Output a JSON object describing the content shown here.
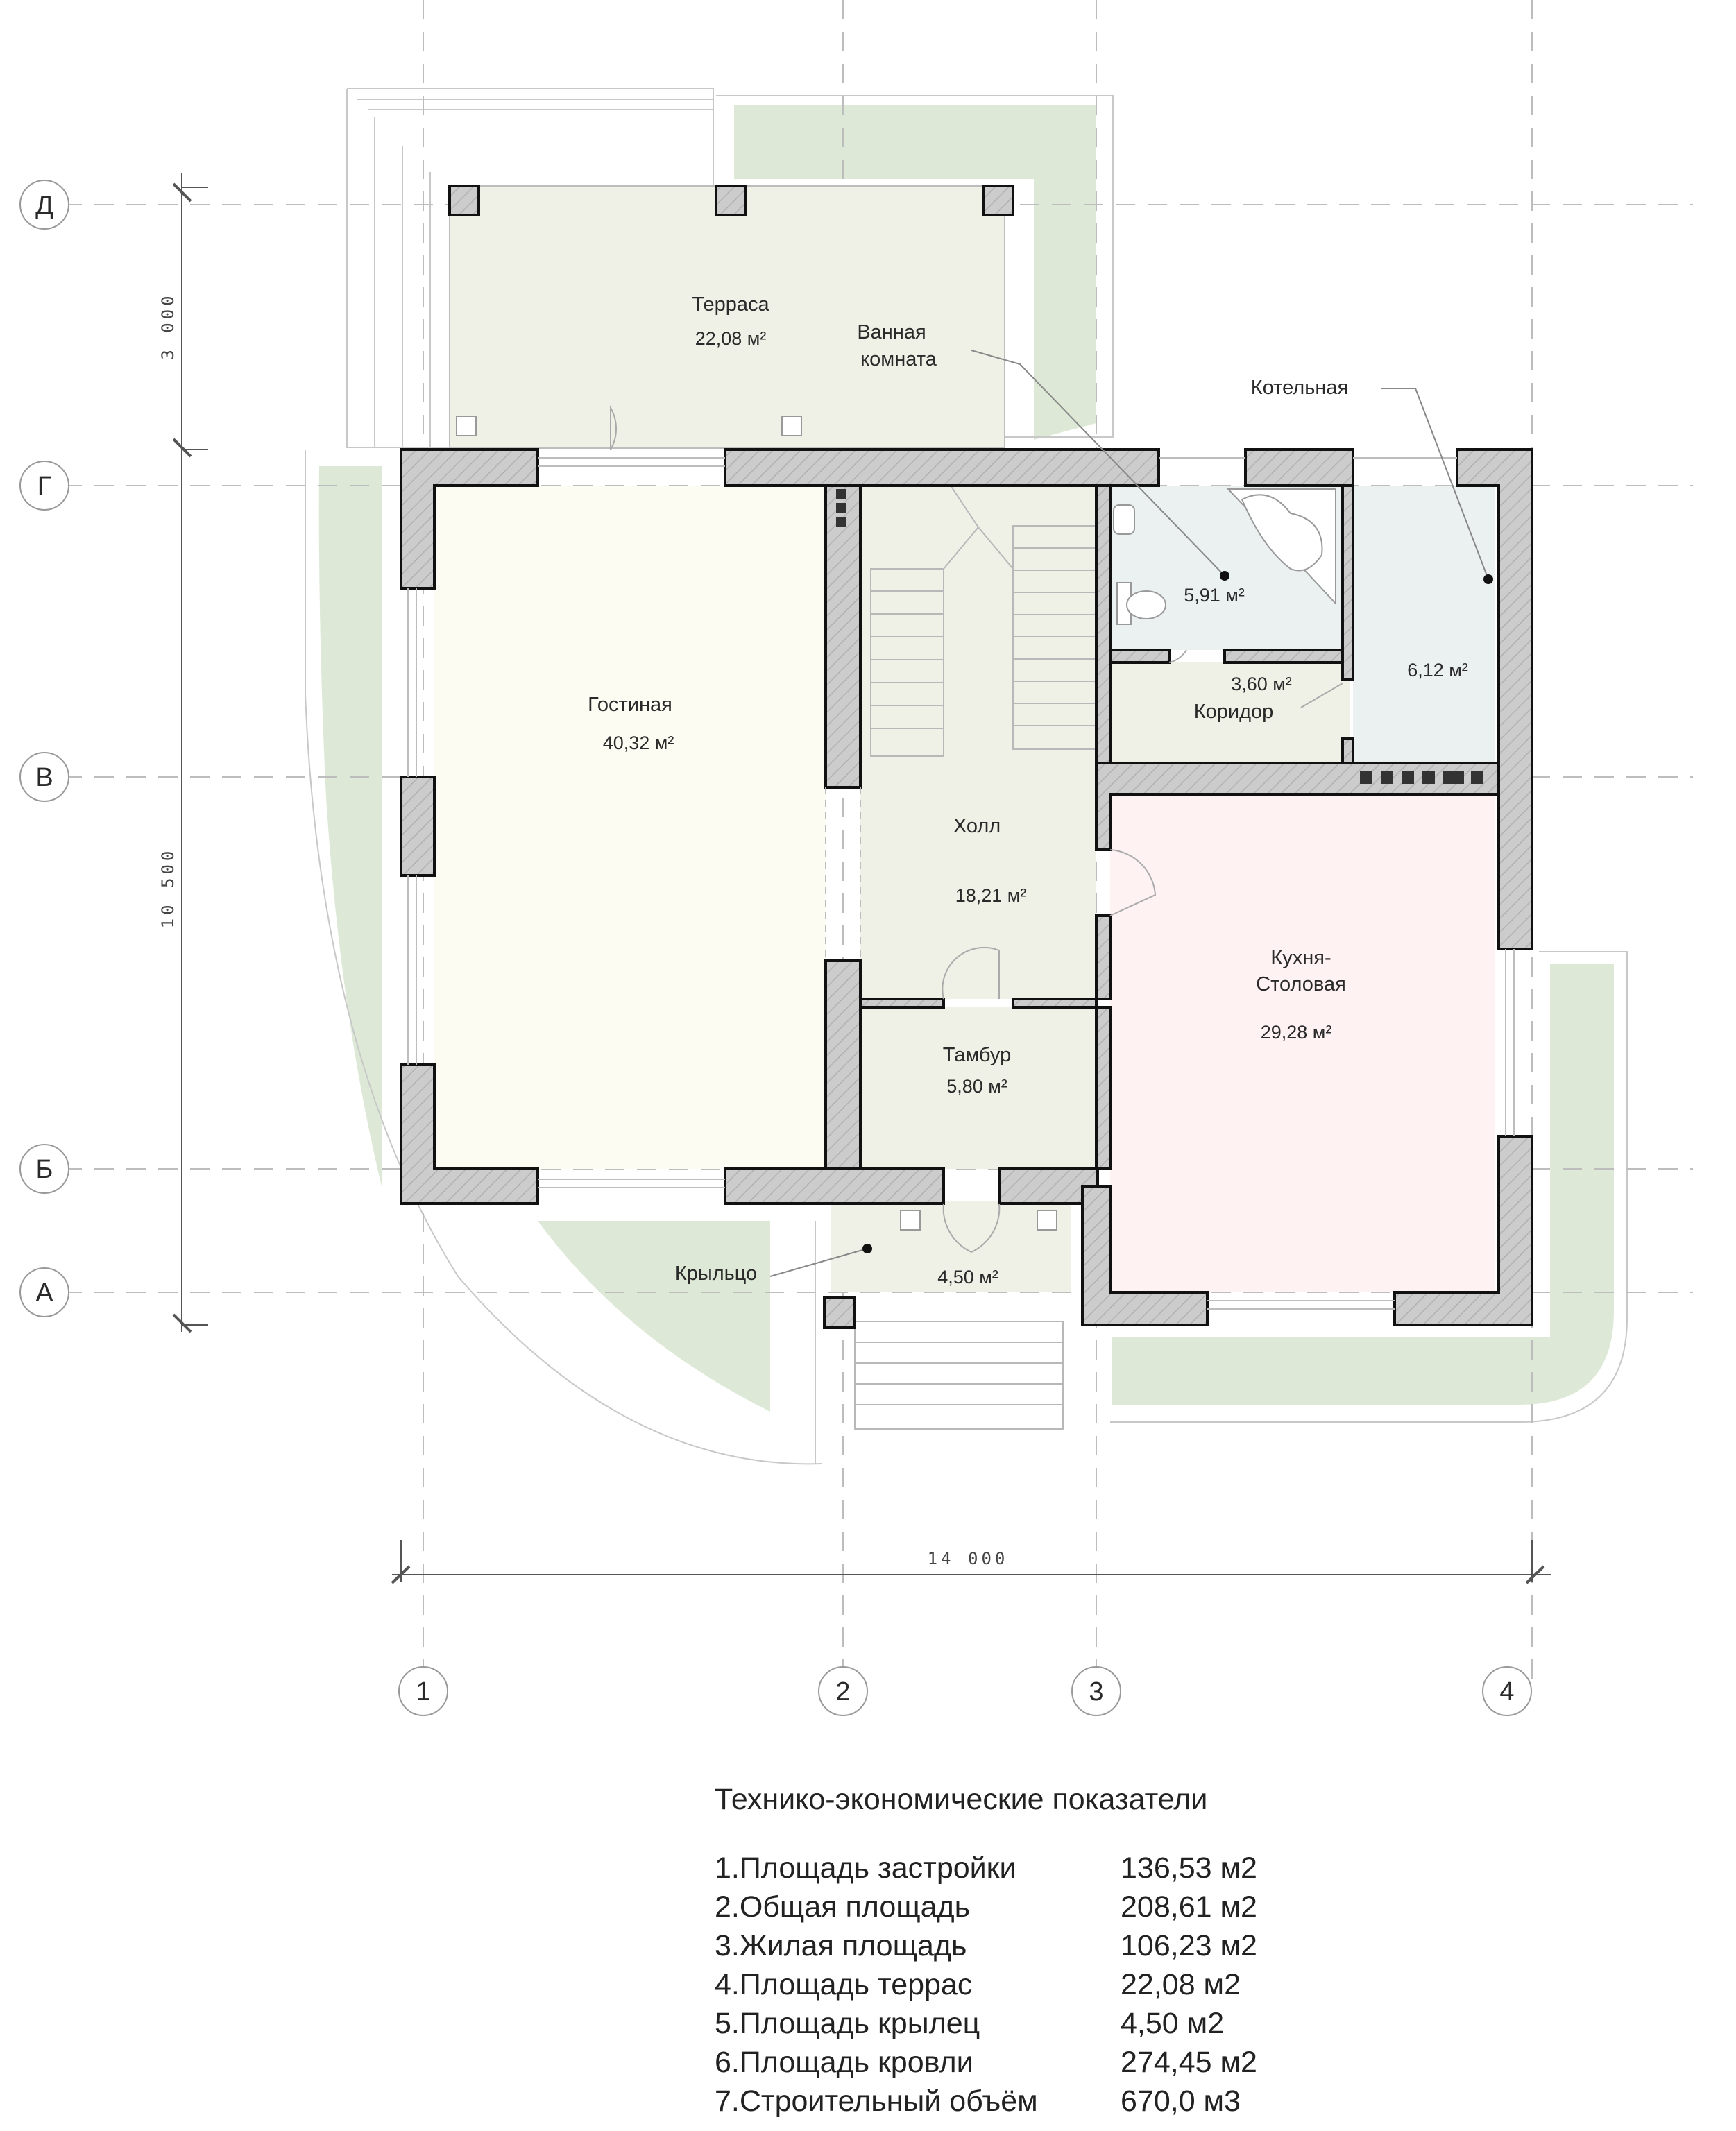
{
  "rooms": {
    "terrace": {
      "name": "Терраса",
      "area": "22,08 м²"
    },
    "bathroom": {
      "name_line1": "Ванная",
      "name_line2": "комната",
      "area": "5,91 м²"
    },
    "boiler": {
      "name": "Котельная",
      "area": "6,12 м²"
    },
    "living": {
      "name": "Гостиная",
      "area": "40,32 м²"
    },
    "corridor": {
      "name": "Коридор",
      "area": "3,60 м²"
    },
    "hall": {
      "name": "Холл",
      "area": "18,21 м²"
    },
    "kitchen": {
      "name_line1": "Кухня-",
      "name_line2": "Столовая",
      "area": "29,28 м²"
    },
    "vestibule": {
      "name": "Тамбур",
      "area": "5,80 м²"
    },
    "porch": {
      "name": "Крыльцо",
      "area": "4,50 м²"
    }
  },
  "axes": {
    "rows": [
      "Д",
      "Г",
      "В",
      "Б",
      "А"
    ],
    "columns": [
      "1",
      "2",
      "3",
      "4"
    ]
  },
  "dimensions": {
    "vertical_top": "3 000",
    "vertical_main": "10 500",
    "horizontal": "14 000"
  },
  "colors": {
    "terrace_fill": "#eff1e7",
    "living_fill": "#fdfcf2",
    "hall_fill": "#eff1e6",
    "bath_fill": "#ebf1f1",
    "kitchen_fill": "#fef2f2",
    "lawn_fill": "#dde9d6",
    "wall_fill": "#cccccc"
  },
  "tep": {
    "title": "Технико-экономические показатели",
    "rows": [
      {
        "label": "1.Площадь застройки",
        "value": "136,53 м2"
      },
      {
        "label": "2.Общая площадь",
        "value": "208,61 м2"
      },
      {
        "label": "3.Жилая площадь",
        "value": "106,23 м2"
      },
      {
        "label": "4.Площадь террас",
        "value": "22,08 м2"
      },
      {
        "label": "5.Площадь крылец",
        "value": "4,50 м2"
      },
      {
        "label": "6.Площадь кровли",
        "value": "274,45 м2"
      },
      {
        "label": "7.Строительный объём",
        "value": "670,0 м3"
      }
    ]
  }
}
